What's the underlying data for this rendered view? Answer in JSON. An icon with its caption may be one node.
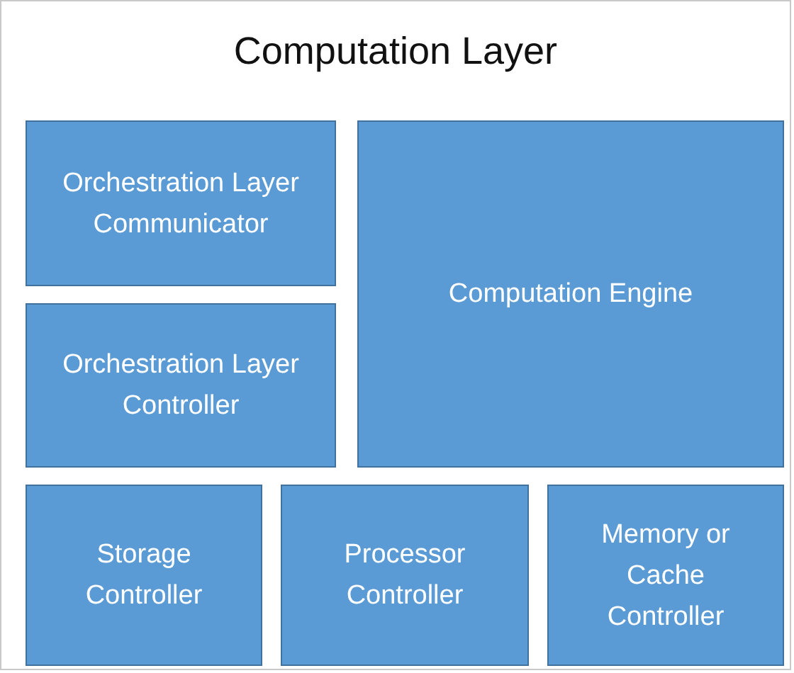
{
  "diagram": {
    "nodes": [
      {
        "text": [
          "Computation Layer"
        ]
      },
      {
        "text": [
          "Orchestration Layer Communicator"
        ],
        "in": 0
      },
      {
        "text": [
          "Computation Engine"
        ],
        "in": 0
      },
      {
        "text": [
          "Orchestration Layer Controller"
        ],
        "in": 0
      },
      {
        "text": [
          "Storage Controller"
        ],
        "in": 0
      },
      {
        "text": [
          "Processor Controller"
        ],
        "in": 0
      },
      {
        "text": [
          "Memory or Cache Controller"
        ],
        "in": 0
      }
    ],
    "edges": []
  }
}
